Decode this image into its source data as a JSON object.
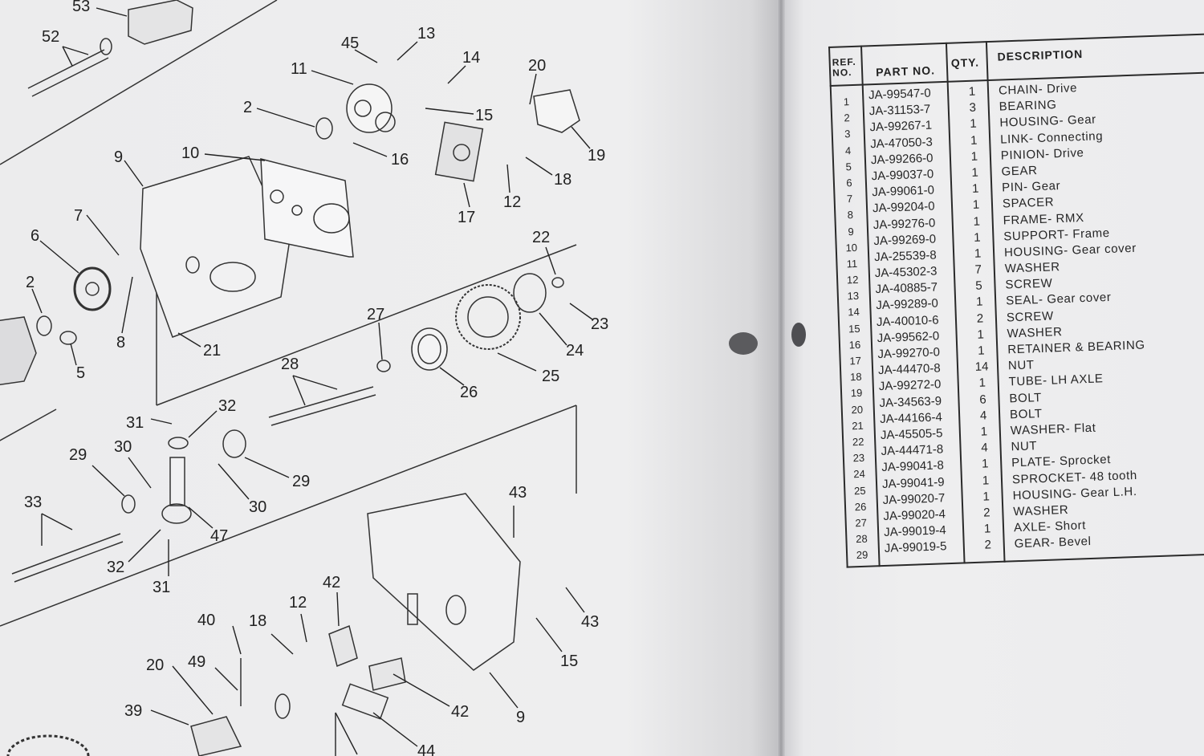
{
  "diagram": {
    "callouts": [
      "53",
      "52",
      "45",
      "13",
      "14",
      "20",
      "11",
      "2",
      "15",
      "16",
      "19",
      "9",
      "10",
      "17",
      "12",
      "18",
      "7",
      "6",
      "22",
      "2",
      "8",
      "23",
      "21",
      "5",
      "27",
      "24",
      "28",
      "25",
      "26",
      "31",
      "32",
      "29",
      "30",
      "29",
      "30",
      "33",
      "47",
      "32",
      "31",
      "43",
      "42",
      "12",
      "40",
      "18",
      "43",
      "15",
      "20",
      "49",
      "42",
      "9",
      "39",
      "44"
    ]
  },
  "parts_table": {
    "headers": {
      "ref": "REF. NO.",
      "part": "PART NO.",
      "qty": "QTY.",
      "desc": "DESCRIPTION"
    },
    "rows": [
      {
        "ref": "1",
        "part": "JA-99547-0",
        "qty": "1",
        "desc": "CHAIN- Drive"
      },
      {
        "ref": "2",
        "part": "JA-31153-7",
        "qty": "3",
        "desc": "BEARING"
      },
      {
        "ref": "3",
        "part": "JA-99267-1",
        "qty": "1",
        "desc": "HOUSING- Gear"
      },
      {
        "ref": "4",
        "part": "JA-47050-3",
        "qty": "1",
        "desc": "LINK- Connecting"
      },
      {
        "ref": "5",
        "part": "JA-99266-0",
        "qty": "1",
        "desc": "PINION- Drive"
      },
      {
        "ref": "6",
        "part": "JA-99037-0",
        "qty": "1",
        "desc": "GEAR"
      },
      {
        "ref": "7",
        "part": "JA-99061-0",
        "qty": "1",
        "desc": "PIN- Gear"
      },
      {
        "ref": "8",
        "part": "JA-99204-0",
        "qty": "1",
        "desc": "SPACER"
      },
      {
        "ref": "9",
        "part": "JA-99276-0",
        "qty": "1",
        "desc": "FRAME- RMX"
      },
      {
        "ref": "10",
        "part": "JA-99269-0",
        "qty": "1",
        "desc": "SUPPORT- Frame"
      },
      {
        "ref": "11",
        "part": "JA-25539-8",
        "qty": "1",
        "desc": "HOUSING- Gear cover"
      },
      {
        "ref": "12",
        "part": "JA-45302-3",
        "qty": "7",
        "desc": "WASHER"
      },
      {
        "ref": "13",
        "part": "JA-40885-7",
        "qty": "5",
        "desc": "SCREW"
      },
      {
        "ref": "14",
        "part": "JA-99289-0",
        "qty": "1",
        "desc": "SEAL- Gear cover"
      },
      {
        "ref": "15",
        "part": "JA-40010-6",
        "qty": "2",
        "desc": "SCREW"
      },
      {
        "ref": "16",
        "part": "JA-99562-0",
        "qty": "1",
        "desc": "WASHER"
      },
      {
        "ref": "17",
        "part": "JA-99270-0",
        "qty": "1",
        "desc": "RETAINER & BEARING"
      },
      {
        "ref": "18",
        "part": "JA-44470-8",
        "qty": "14",
        "desc": "NUT"
      },
      {
        "ref": "19",
        "part": "JA-99272-0",
        "qty": "1",
        "desc": "TUBE- LH AXLE"
      },
      {
        "ref": "20",
        "part": "JA-34563-9",
        "qty": "6",
        "desc": "BOLT"
      },
      {
        "ref": "21",
        "part": "JA-44166-4",
        "qty": "4",
        "desc": "BOLT"
      },
      {
        "ref": "22",
        "part": "JA-45505-5",
        "qty": "1",
        "desc": "WASHER- Flat"
      },
      {
        "ref": "23",
        "part": "JA-44471-8",
        "qty": "4",
        "desc": "NUT"
      },
      {
        "ref": "24",
        "part": "JA-99041-8",
        "qty": "1",
        "desc": "PLATE- Sprocket"
      },
      {
        "ref": "25",
        "part": "JA-99041-9",
        "qty": "1",
        "desc": "SPROCKET- 48 tooth"
      },
      {
        "ref": "26",
        "part": "JA-99020-7",
        "qty": "1",
        "desc": "HOUSING- Gear L.H."
      },
      {
        "ref": "27",
        "part": "JA-99020-4",
        "qty": "2",
        "desc": "WASHER"
      },
      {
        "ref": "28",
        "part": "JA-99019-4",
        "qty": "1",
        "desc": "AXLE- Short"
      },
      {
        "ref": "29",
        "part": "JA-99019-5",
        "qty": "2",
        "desc": "GEAR- Bevel"
      }
    ]
  }
}
